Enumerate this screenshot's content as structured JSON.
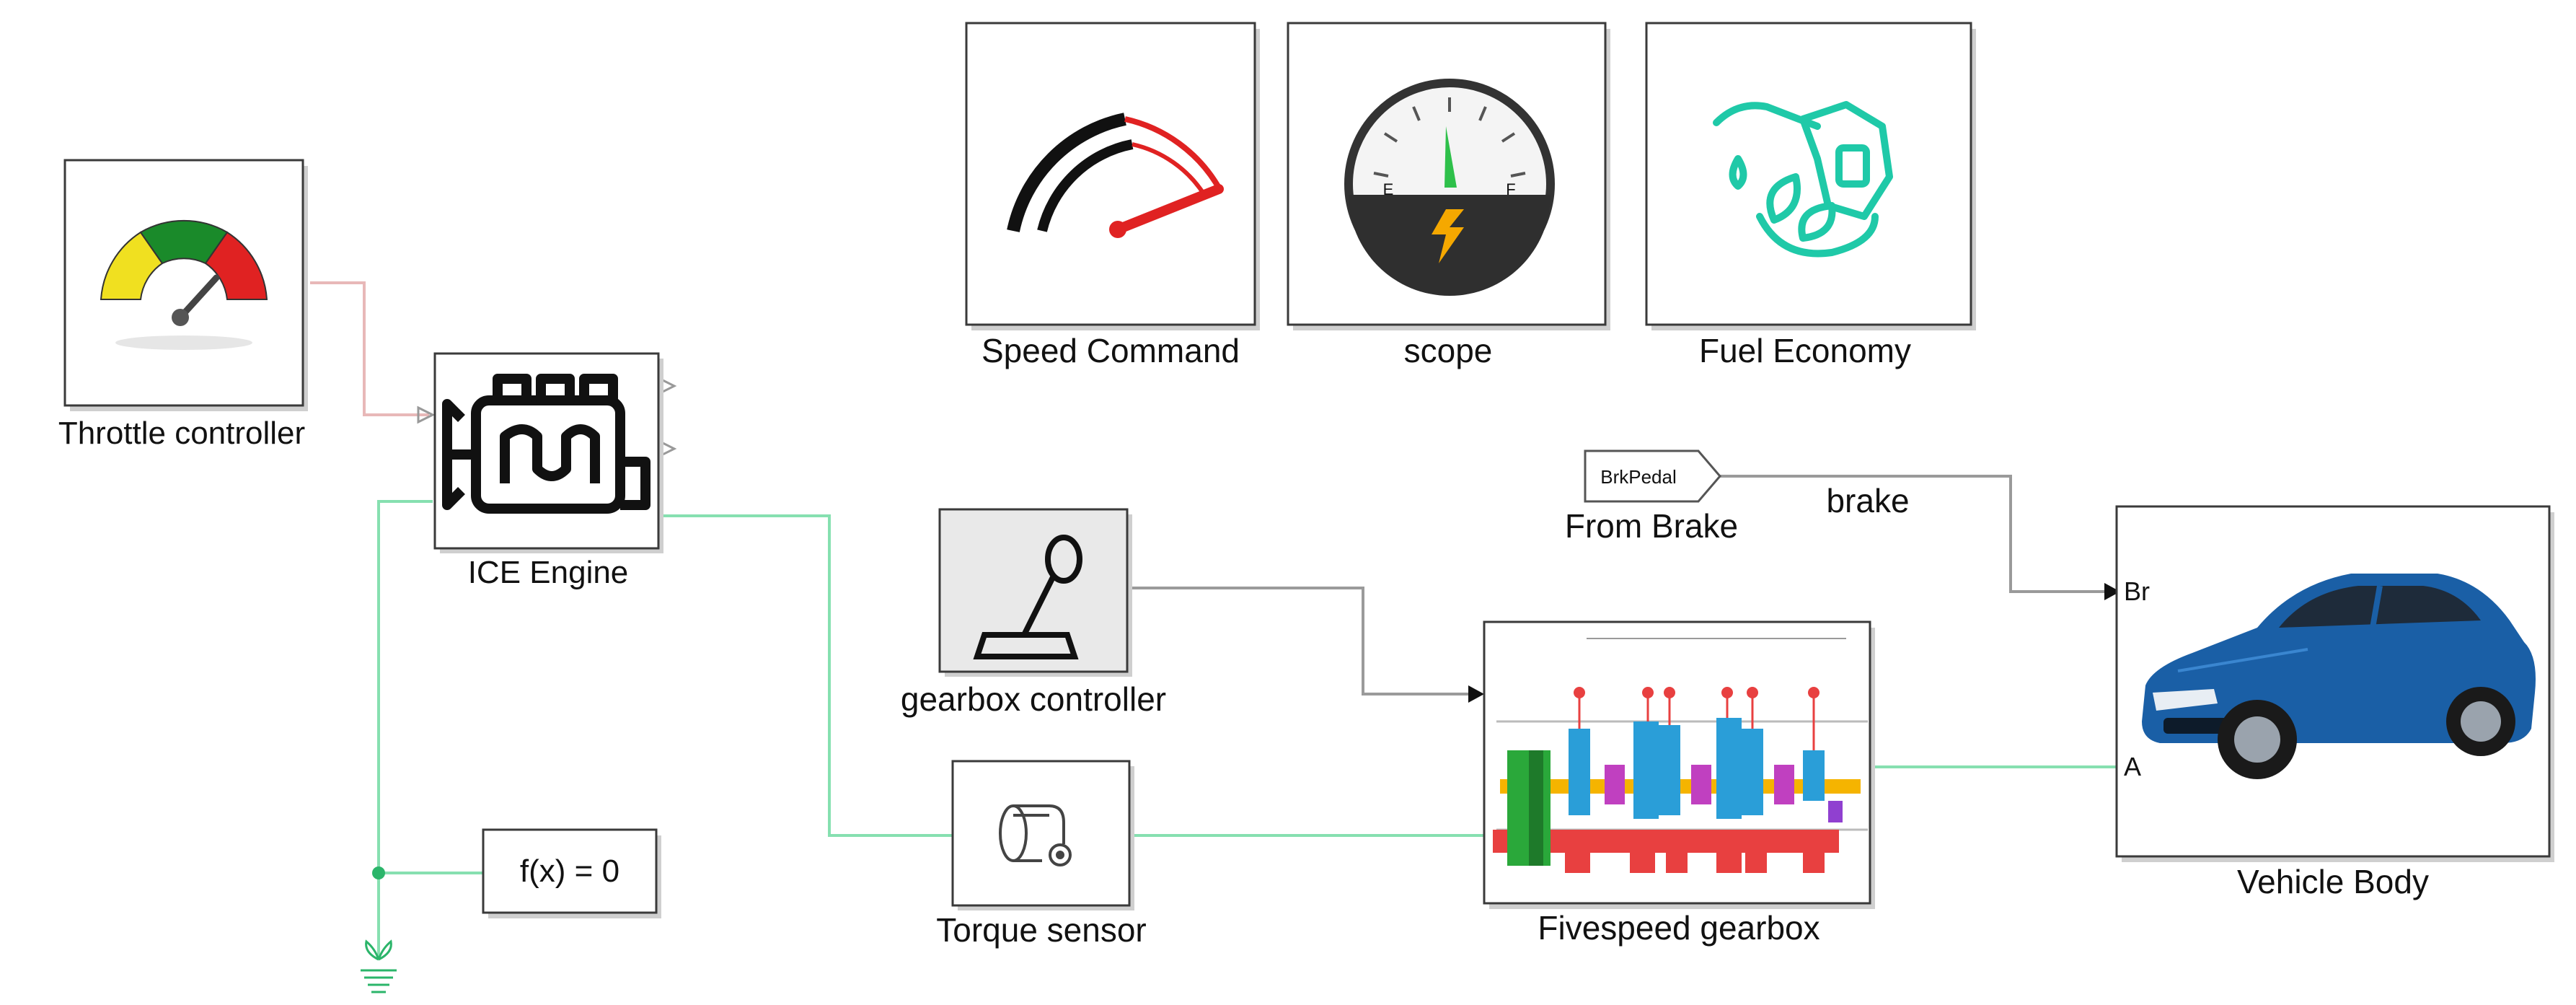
{
  "blocks": {
    "throttle": {
      "label": "Throttle controller"
    },
    "engine": {
      "label": "ICE Engine"
    },
    "speed": {
      "label": "Speed Command"
    },
    "scope": {
      "label": "scope",
      "gauge_e": "E",
      "gauge_f": "F"
    },
    "fuel": {
      "label": "Fuel Economy"
    },
    "from_brake": {
      "label": "From Brake",
      "tag": "BrkPedal"
    },
    "brake_signal": {
      "label": "brake"
    },
    "gearbox_controller": {
      "label": "gearbox controller"
    },
    "torque": {
      "label": "Torque sensor"
    },
    "fivespeed": {
      "label": "Fivespeed gearbox"
    },
    "vehicle": {
      "label": "Vehicle Body",
      "port_br": "Br",
      "port_a": "A"
    },
    "solver": {
      "label": "f(x) = 0"
    }
  },
  "colors": {
    "signal": "#e8b8b8",
    "physical": "#86e0b0",
    "control": "#9a9a9a",
    "block_border": "#3a3a3a",
    "car_blue": "#1a5fa6",
    "fuel_teal": "#1fc9a8",
    "gauge_red": "#e02222",
    "gauge_green": "#1a8a2a",
    "gauge_yellow": "#f0e020"
  }
}
